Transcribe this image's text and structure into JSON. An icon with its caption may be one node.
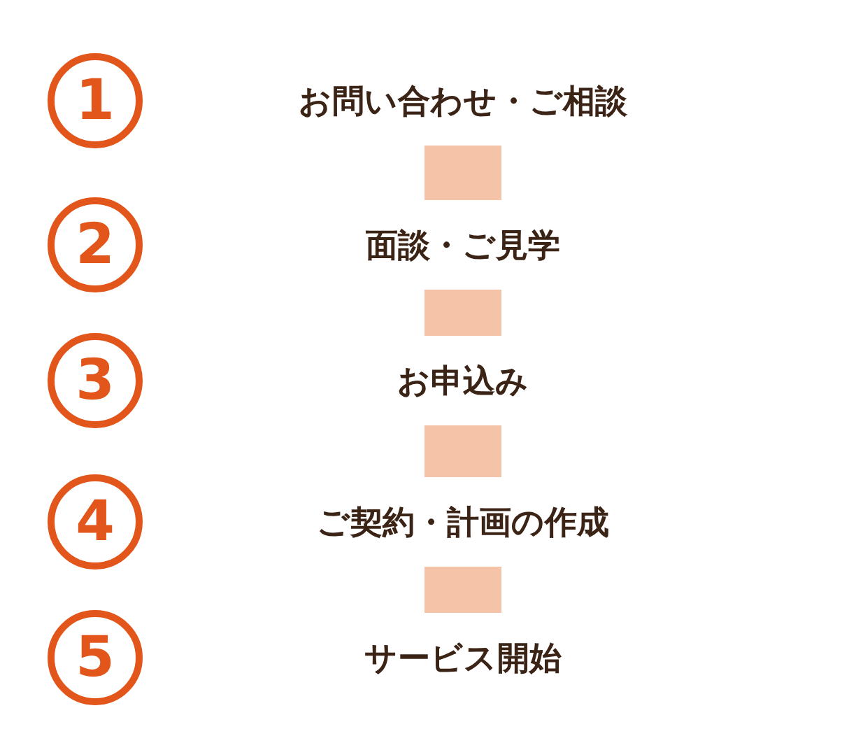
{
  "diagram": {
    "nodes": [
      {
        "text": [
          "1"
        ]
      },
      {
        "text": [
          "お問い合わせ・ご相談"
        ]
      },
      {
        "text": [
          "2"
        ]
      },
      {
        "text": [
          "面談・ご見学"
        ]
      },
      {
        "text": [
          "3"
        ]
      },
      {
        "text": [
          "お申込み"
        ]
      },
      {
        "text": [
          "4"
        ]
      },
      {
        "text": [
          "ご契約・計画の作成"
        ]
      },
      {
        "text": [
          "5"
        ]
      },
      {
        "text": [
          "サービス開始"
        ]
      }
    ],
    "edges": [
      {
        "from": 1,
        "to": 3,
        "arrow": "none"
      },
      {
        "from": 3,
        "to": 5,
        "arrow": "none"
      },
      {
        "from": 5,
        "to": 7,
        "arrow": "none"
      },
      {
        "from": 7,
        "to": 9,
        "arrow": "none"
      }
    ]
  }
}
